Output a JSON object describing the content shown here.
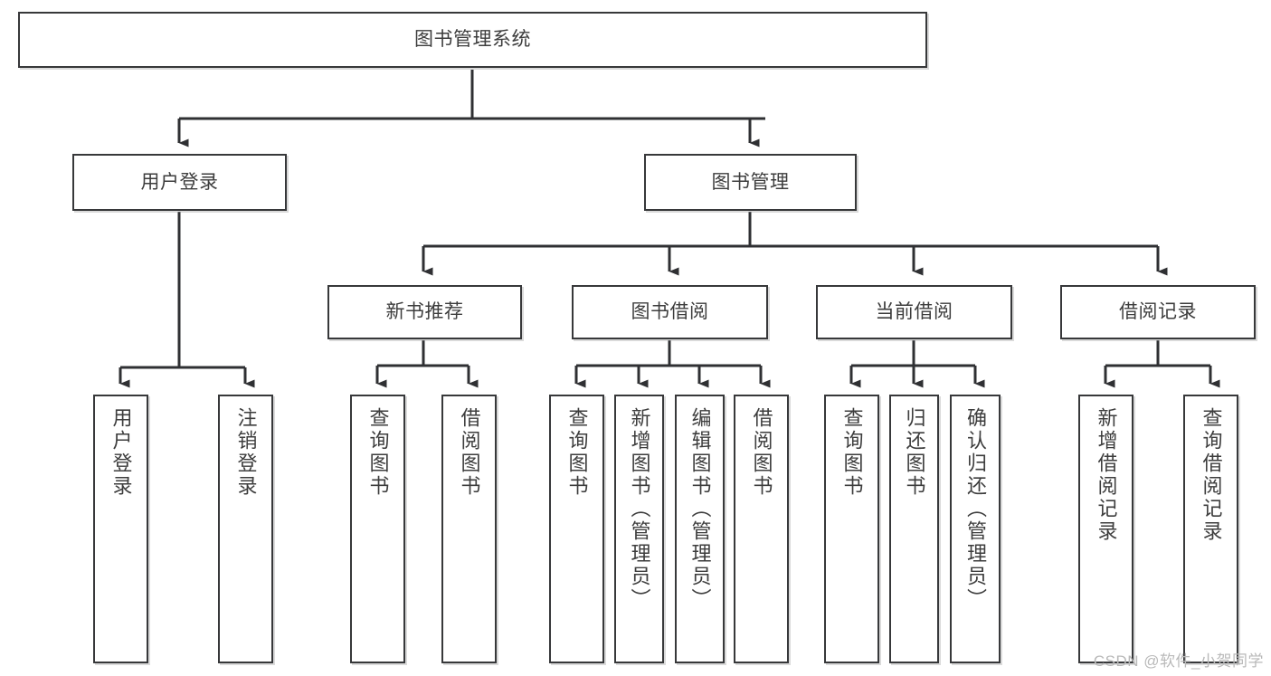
{
  "diagram": {
    "title": "图书管理系统",
    "type": "tree-hierarchy-diagram",
    "colors": {
      "box_border": "#37383a",
      "box_fill": "#ffffff",
      "connector": "#2f3033",
      "text": "#3d3d3d",
      "watermark": "#b9b9b9"
    },
    "root": {
      "label": "图书管理系统"
    },
    "level2": [
      {
        "label": "用户登录"
      },
      {
        "label": "图书管理"
      }
    ],
    "level3": [
      {
        "label": "新书推荐"
      },
      {
        "label": "图书借阅"
      },
      {
        "label": "当前借阅"
      },
      {
        "label": "借阅记录"
      }
    ],
    "leaves": {
      "user_login": [
        {
          "label": "用户登录"
        },
        {
          "label": "注销登录"
        }
      ],
      "new_book_recommend": [
        {
          "label": "查询图书"
        },
        {
          "label": "借阅图书"
        }
      ],
      "book_borrow": [
        {
          "label": "查询图书"
        },
        {
          "label": "新增图书（管理员）"
        },
        {
          "label": "编辑图书（管理员）"
        },
        {
          "label": "借阅图书"
        }
      ],
      "current_borrow": [
        {
          "label": "查询图书"
        },
        {
          "label": "归还图书"
        },
        {
          "label": "确认归还（管理员）"
        }
      ],
      "borrow_record": [
        {
          "label": "新增借阅记录"
        },
        {
          "label": "查询借阅记录"
        }
      ]
    },
    "watermark": "CSDN @软件_小贺同学"
  }
}
